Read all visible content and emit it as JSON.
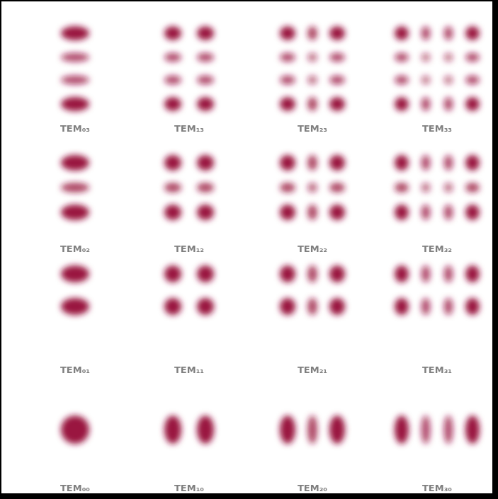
{
  "diagram": {
    "labels": [
      "TEM₀₃",
      "TEM₁₃",
      "TEM₂₃",
      "TEM₃₃",
      "TEM₀₂",
      "TEM₁₂",
      "TEM₂₂",
      "TEM₃₂",
      "TEM₀₁",
      "TEM₁₁",
      "TEM₂₁",
      "TEM₃₁",
      "TEM₀₀",
      "TEM₁₀",
      "TEM₂₀",
      "TEM₃₀"
    ]
  }
}
